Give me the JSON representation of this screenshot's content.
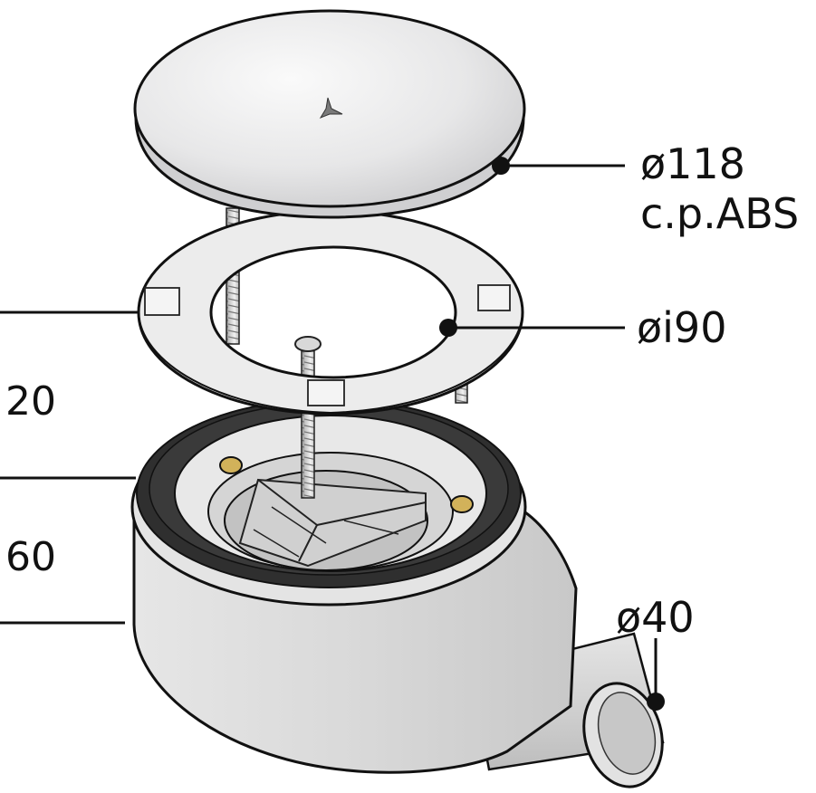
{
  "callouts": {
    "cover_diameter": "ø118",
    "cover_material": "c.p.ABS",
    "ring_inner_diameter": "øi90",
    "outlet_diameter": "ø40"
  },
  "dimensions": {
    "upper_height": "20",
    "lower_height": "60"
  },
  "colors": {
    "line": "#111111",
    "chrome": "#e9e9ea",
    "body": "#dedede",
    "gasket": "#2f2f2f",
    "brass": "#d2b25a"
  }
}
